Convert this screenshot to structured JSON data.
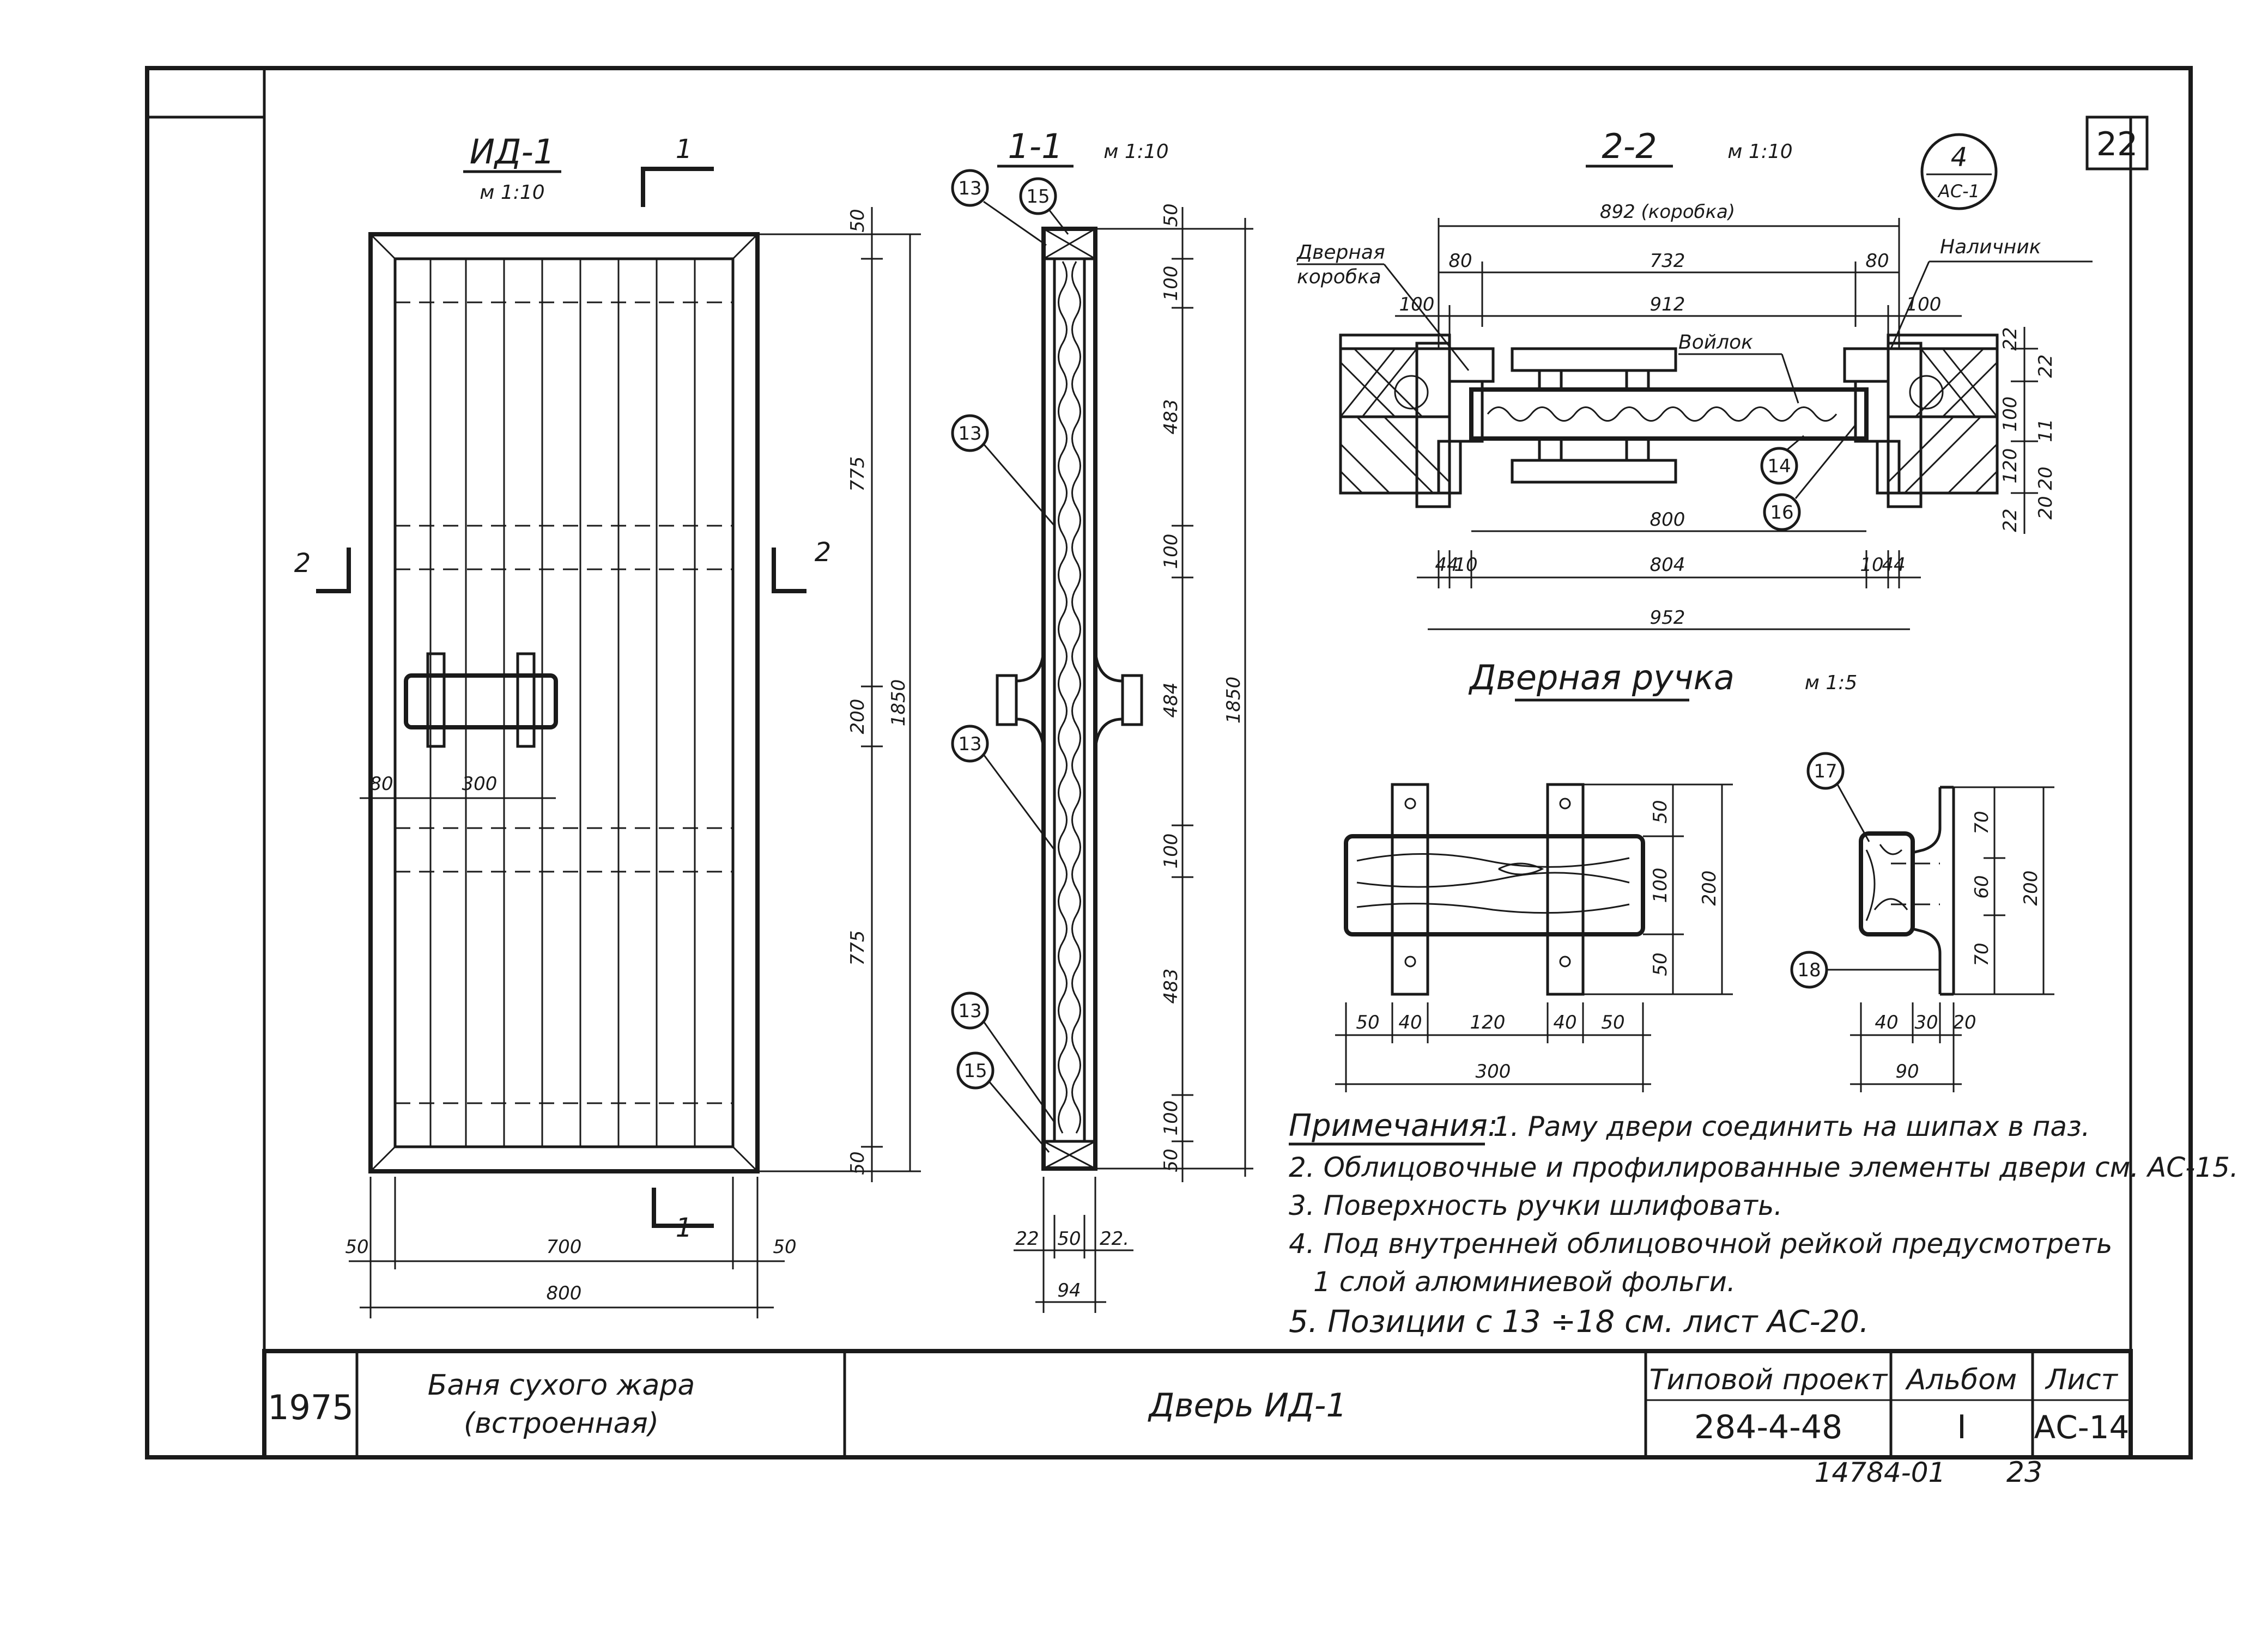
{
  "sheet_number": "22",
  "bottom_code": "14784-01",
  "bottom_page": "23",
  "views": {
    "elevation": {
      "title": "ИД-1",
      "scale": "м 1:10",
      "section_mark_top": "1",
      "section_mark_bottom": "1",
      "section2_left": "2",
      "section2_right": "2"
    },
    "section_1_1": {
      "title": "1-1",
      "scale": "м 1:10"
    },
    "section_2_2": {
      "title": "2-2",
      "scale": "м 1:10"
    },
    "handle": {
      "title": "Дверная ручка",
      "scale": "м 1:5"
    }
  },
  "ref_circle": {
    "top": "4",
    "bottom": "АС-1"
  },
  "labels": {
    "door_frame_1": "Дверная",
    "door_frame_2": "коробка",
    "trim": "Наличник",
    "felt": "Войлок",
    "box_dim": "892 (коробка)"
  },
  "dims": {
    "elev_50_top": "50",
    "elev_775_a": "775",
    "elev_200": "200",
    "elev_775_b": "775",
    "elev_50_bot": "50",
    "elev_1850": "1850",
    "elev_80": "80",
    "elev_300": "300",
    "elev_50_l": "50",
    "elev_700": "700",
    "elev_50_r": "50",
    "elev_800": "800",
    "sec_50_top": "50",
    "sec_100_a": "100",
    "sec_483_a": "483",
    "sec_100_b": "100",
    "sec_484": "484",
    "sec_100_c": "100",
    "sec_483_b": "483",
    "sec_100_d": "100",
    "sec_50_bot": "50",
    "sec_1850": "1850",
    "sec_22_a": "22",
    "sec_50": "50",
    "sec_22_b": "22.",
    "sec_94": "94",
    "s2_80_l": "80",
    "s2_732": "732",
    "s2_80_r": "80",
    "s2_100_l": "100",
    "s2_912": "912",
    "s2_100_r": "100",
    "s2_800": "800",
    "s2_44_l": "44",
    "s2_10_l": "10",
    "s2_804": "804",
    "s2_10_r": "10",
    "s2_44_r": "44",
    "s2_952": "952",
    "s2_v22a": "22",
    "s2_v22b": "22",
    "s2_v100": "100",
    "s2_v11": "11",
    "s2_v120": "120",
    "s2_v2020": "20 20",
    "s2_v22c": "22",
    "h_50_top": "50",
    "h_100": "100",
    "h_50_bot": "50",
    "h_200": "200",
    "h_50_l": "50",
    "h_40_l": "40",
    "h_120": "120",
    "h_40_r": "40",
    "h_50_r": "50",
    "h_300": "300",
    "p_70_top": "70",
    "p_60": "60",
    "p_70_bot": "70",
    "p_200": "200",
    "p_40": "40",
    "p_30": "30",
    "p_20": "20",
    "p_90": "90"
  },
  "callouts": [
    "13",
    "15",
    "13",
    "13",
    "13",
    "15",
    "14",
    "16",
    "17",
    "18"
  ],
  "notes": {
    "heading": "Примечания:",
    "n1": "1. Раму двери соединить на шипах в паз.",
    "n2": "2. Облицовочные и профилированные элементы двери см. АС-15.",
    "n3": "3. Поверхность ручки шлифовать.",
    "n4a": "4. Под внутренней облицовочной рейкой предусмотреть",
    "n4b": "1 слой алюминиевой фольги.",
    "n5": "5. Позиции с 13 ÷18 см. лист АС-20."
  },
  "title_block": {
    "year": "1975",
    "object_1": "Баня сухого жара",
    "object_2": "(встроенная)",
    "drawing": "Дверь  ИД-1",
    "project_label": "Типовой проект",
    "project_code": "284-4-48",
    "album_label": "Альбом",
    "album_value": "I",
    "sheet_label": "Лист",
    "sheet_value": "АС-14"
  }
}
